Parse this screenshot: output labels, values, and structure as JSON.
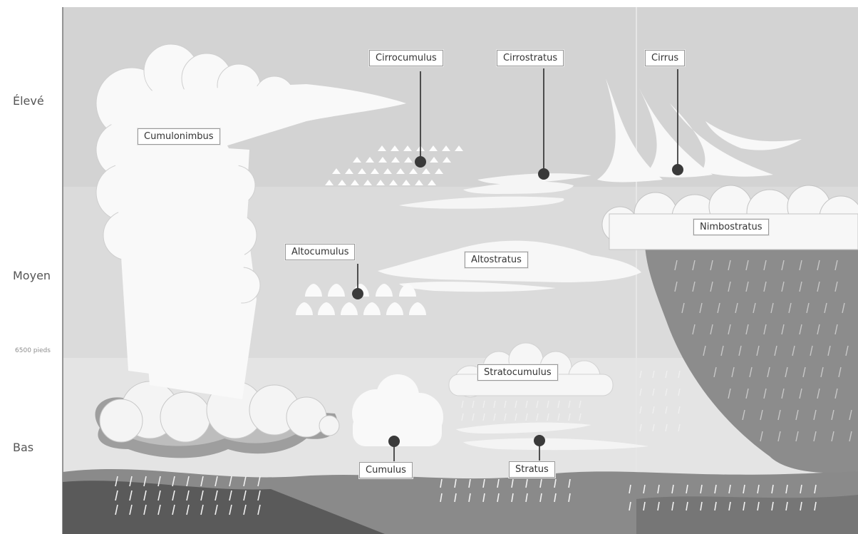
{
  "levels": {
    "high": "Élevé",
    "middle": "Moyen",
    "low": "Bas"
  },
  "altitude_marks": {
    "mid_feet": "6500 pieds"
  },
  "clouds": {
    "cumulonimbus": "Cumulonimbus",
    "cirrocumulus": "Cirrocumulus",
    "cirrostratus": "Cirrostratus",
    "cirrus": "Cirrus",
    "nimbostratus": "Nimbostratus",
    "altocumulus": "Altocumulus",
    "altostratus": "Altostratus",
    "stratocumulus": "Stratocumulus",
    "cumulus": "Cumulus",
    "stratus": "Stratus"
  }
}
